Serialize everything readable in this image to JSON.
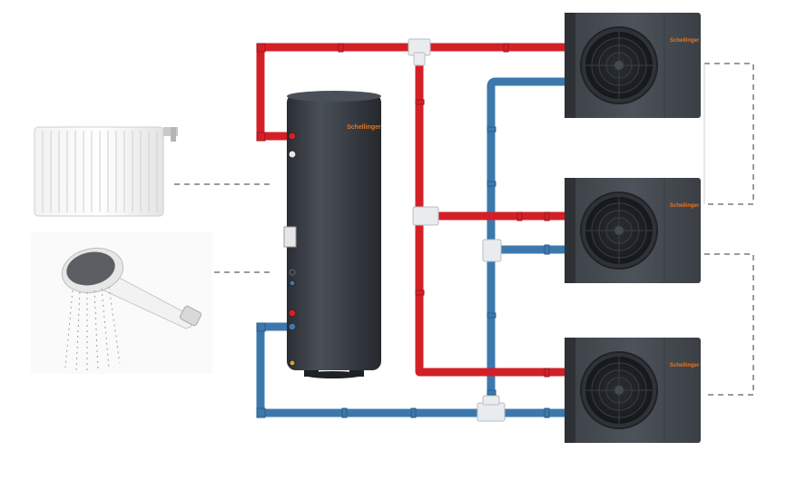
{
  "brand": "Schellinger",
  "colors": {
    "hot_pipe": "#d32027",
    "cold_pipe": "#3d78ad",
    "brand_orange": "#e8741e",
    "tank_body": "#3a3f47",
    "unit_body": "#454b52",
    "dashed_line": "#7a7a7a"
  },
  "components": {
    "radiator": "radiator-icon",
    "shower": "shower-head-icon",
    "tank": "hot-water-storage-tank",
    "heat_pumps": [
      "heat-pump-unit-1",
      "heat-pump-unit-2",
      "heat-pump-unit-3"
    ]
  }
}
